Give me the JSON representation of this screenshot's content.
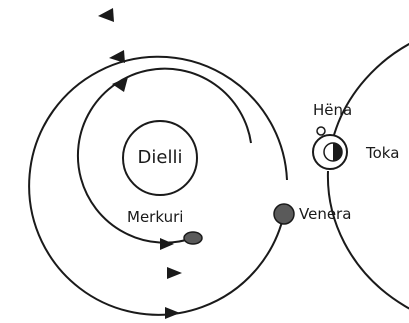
{
  "labels": {
    "sun": "Dielli",
    "mercury": "Merkuri",
    "venus": "Venera",
    "earth": "Toka",
    "moon": "Hëna"
  },
  "colors": {
    "ink": "#1a1a1a",
    "planet_fill": "#5a5a5a",
    "moon_fill": "#ffffff"
  }
}
